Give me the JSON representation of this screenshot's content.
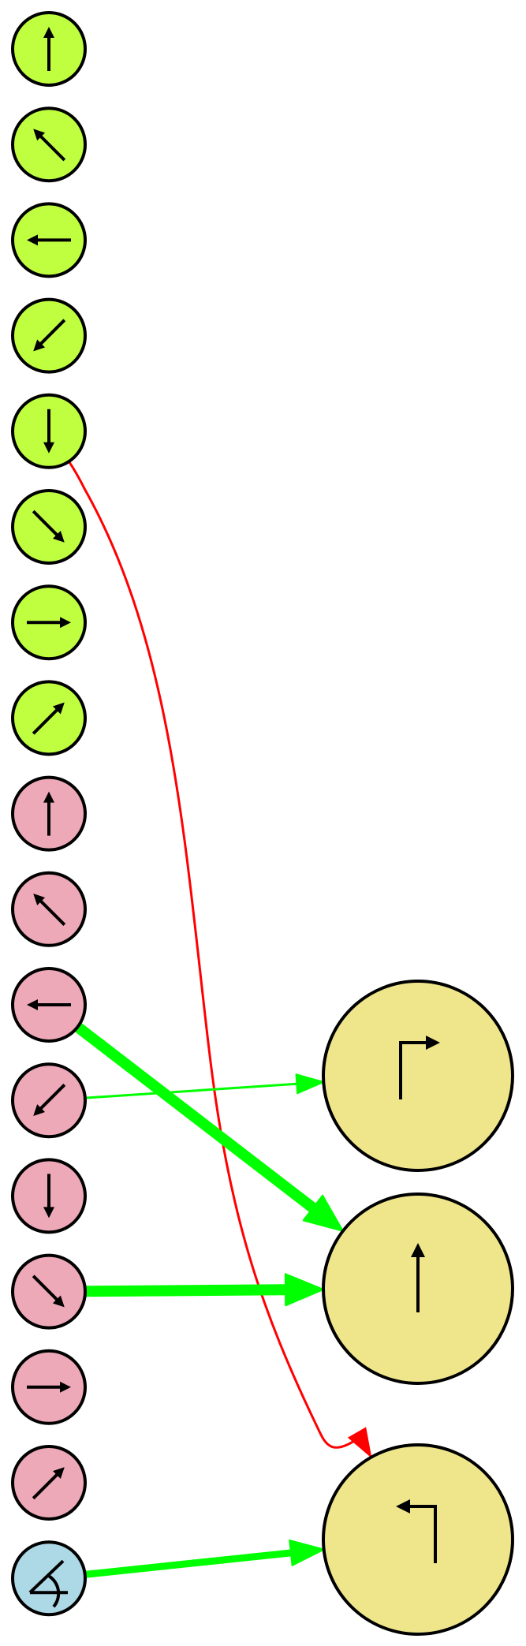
{
  "colors": {
    "source_green": "#bfff40",
    "source_pink": "#eea9b8",
    "source_blue": "#add8e6",
    "target_yellow": "#efe68c",
    "edge_red": "#ff0000",
    "edge_green": "#00ff00"
  },
  "source_nodes": [
    {
      "id": "s1",
      "color": "source_green",
      "glyph": "arrow-up-icon"
    },
    {
      "id": "s2",
      "color": "source_green",
      "glyph": "arrow-up-left-icon"
    },
    {
      "id": "s3",
      "color": "source_green",
      "glyph": "arrow-left-icon"
    },
    {
      "id": "s4",
      "color": "source_green",
      "glyph": "arrow-down-left-icon"
    },
    {
      "id": "s5",
      "color": "source_green",
      "glyph": "arrow-down-icon"
    },
    {
      "id": "s6",
      "color": "source_green",
      "glyph": "arrow-down-right-icon"
    },
    {
      "id": "s7",
      "color": "source_green",
      "glyph": "arrow-right-icon"
    },
    {
      "id": "s8",
      "color": "source_green",
      "glyph": "arrow-up-right-icon"
    },
    {
      "id": "s9",
      "color": "source_pink",
      "glyph": "arrow-up-icon"
    },
    {
      "id": "s10",
      "color": "source_pink",
      "glyph": "arrow-up-left-icon"
    },
    {
      "id": "s11",
      "color": "source_pink",
      "glyph": "arrow-left-icon"
    },
    {
      "id": "s12",
      "color": "source_pink",
      "glyph": "arrow-down-left-icon"
    },
    {
      "id": "s13",
      "color": "source_pink",
      "glyph": "arrow-down-icon"
    },
    {
      "id": "s14",
      "color": "source_pink",
      "glyph": "arrow-down-right-icon"
    },
    {
      "id": "s15",
      "color": "source_pink",
      "glyph": "arrow-right-icon"
    },
    {
      "id": "s16",
      "color": "source_pink",
      "glyph": "arrow-up-right-icon"
    },
    {
      "id": "s17",
      "color": "source_blue",
      "glyph": "angle-icon"
    }
  ],
  "target_nodes": [
    {
      "id": "t1",
      "color": "target_yellow",
      "glyph": "turn-right-icon"
    },
    {
      "id": "t2",
      "color": "target_yellow",
      "glyph": "straight-icon"
    },
    {
      "id": "t3",
      "color": "target_yellow",
      "glyph": "turn-left-icon"
    }
  ],
  "edges": [
    {
      "from": "s5",
      "to": "t3",
      "color": "edge_red",
      "weight": "thin",
      "shape": "curved"
    },
    {
      "from": "s11",
      "to": "t2",
      "color": "edge_green",
      "weight": "heavy",
      "shape": "straight"
    },
    {
      "from": "s12",
      "to": "t1",
      "color": "edge_green",
      "weight": "thin",
      "shape": "straight"
    },
    {
      "from": "s14",
      "to": "t2",
      "color": "edge_green",
      "weight": "heavy",
      "shape": "straight"
    },
    {
      "from": "s17",
      "to": "t3",
      "color": "edge_green",
      "weight": "medium",
      "shape": "straight"
    }
  ]
}
